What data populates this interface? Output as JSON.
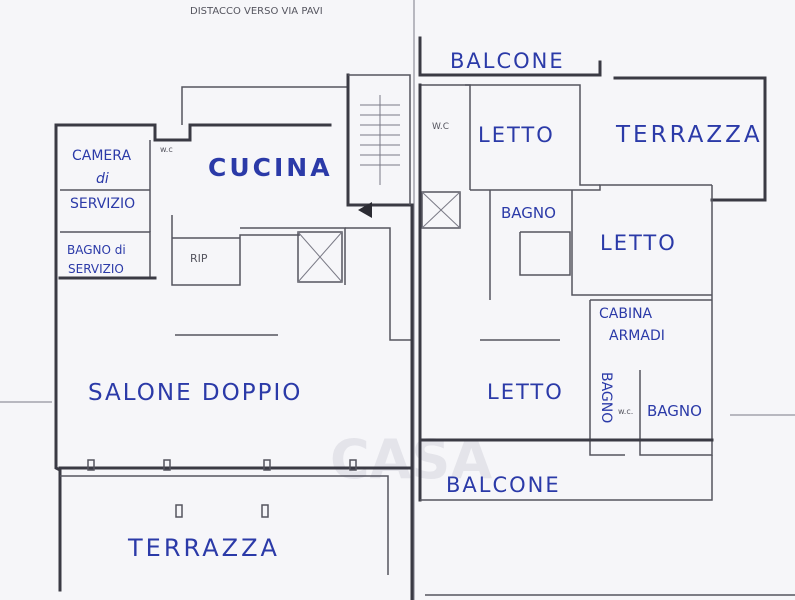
{
  "header_note": "DISTACCO VERSO VIA PAVI",
  "rooms": {
    "balcone_top": "BALCONE",
    "letto_1": "LETTO",
    "terrazza_right": "TERRAZZA",
    "camera_servizio_l1": "CAMERA",
    "camera_servizio_l2": "di",
    "camera_servizio_l3": "SERVIZIO",
    "cucina": "CUCINA",
    "wc_servizio": "w.c",
    "wc_top": "W.C",
    "bagno_top": "BAGNO",
    "letto_2": "LETTO",
    "bagno_servizio_l1": "BAGNO di",
    "bagno_servizio_l2": "SERVIZIO",
    "rip": "RIP",
    "cabina_armadi_l1": "CABINA",
    "cabina_armadi_l2": "ARMADI",
    "salone_doppio": "SALONE DOPPIO",
    "letto_3": "LETTO",
    "bagno_vertical": "BAGNO",
    "wc_small": "w.c.",
    "bagno_right": "BAGNO",
    "balcone_bottom": "BALCONE",
    "terrazza_bottom": "TERRAZZA"
  },
  "watermark": "CASA",
  "colors": {
    "ink": "#2b3aa8",
    "wall": "#3a3a44"
  }
}
